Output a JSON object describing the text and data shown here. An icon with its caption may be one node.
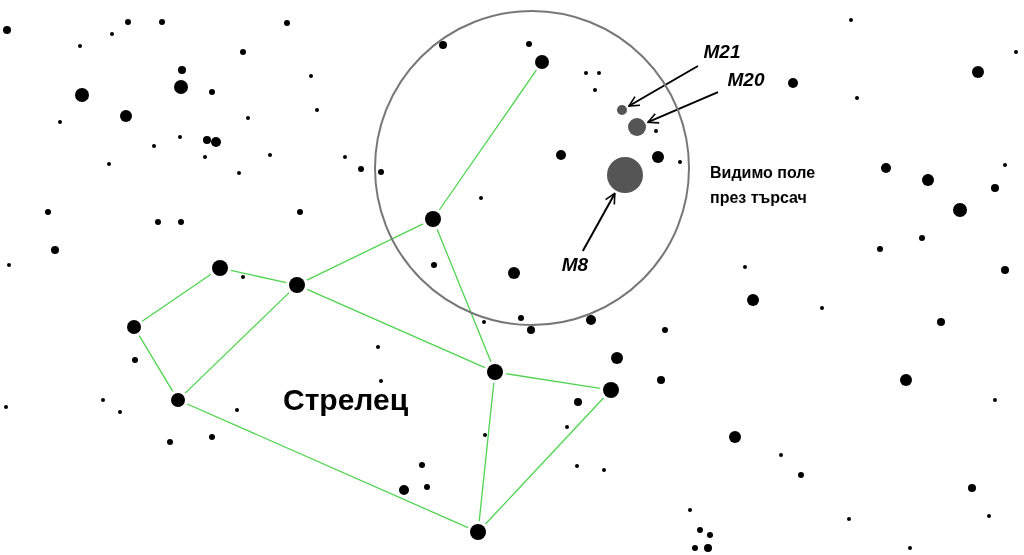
{
  "diagram": {
    "nodes": [
      {
        "text": [
          "Видимо поле през търсач"
        ]
      },
      {
        "text": [
          "M21"
        ]
      },
      {
        "text": [
          "M20"
        ]
      },
      {
        "text": [],
        "shape": "circle",
        "in": 0
      },
      {
        "text": [],
        "shape": "circle",
        "in": 0
      },
      {
        "text": [],
        "shape": "circle",
        "in": 0
      },
      {
        "text": [
          "M8"
        ],
        "in": 0
      },
      {
        "text": [],
        "shape": "circle",
        "in": 0
      },
      {
        "text": [],
        "shape": "circle",
        "in": 0
      },
      {
        "text": [],
        "shape": "circle"
      },
      {
        "text": [],
        "shape": "circle"
      },
      {
        "text": [],
        "shape": "circle"
      },
      {
        "text": [],
        "shape": "circle"
      },
      {
        "text": [],
        "shape": "circle"
      },
      {
        "text": [],
        "shape": "circle"
      },
      {
        "text": [],
        "shape": "circle"
      }
    ],
    "edges": [
      {
        "from": 1,
        "to": 3,
        "arrow": "to",
        "color": "#000000"
      },
      {
        "from": 2,
        "to": 4,
        "arrow": "to",
        "color": "#000000"
      },
      {
        "from": 6,
        "to": 5,
        "arrow": "to",
        "color": "#000000"
      },
      {
        "from": 7,
        "to": 8,
        "arrow": "none"
      },
      {
        "from": 8,
        "to": 10,
        "arrow": "none"
      },
      {
        "from": 10,
        "to": 9,
        "arrow": "none"
      },
      {
        "from": 9,
        "to": 11,
        "arrow": "none"
      },
      {
        "from": 11,
        "to": 13,
        "arrow": "none"
      },
      {
        "from": 13,
        "to": 10,
        "arrow": "none"
      },
      {
        "from": 10,
        "to": 12,
        "arrow": "none"
      },
      {
        "from": 8,
        "to": 12,
        "arrow": "none"
      },
      {
        "from": 12,
        "to": 14,
        "arrow": "none"
      },
      {
        "from": 12,
        "to": 15,
        "arrow": "none"
      },
      {
        "from": 14,
        "to": 15,
        "arrow": "none"
      },
      {
        "from": 13,
        "to": 15,
        "arrow": "none"
      }
    ],
    "labels": [
      "Стрелец"
    ]
  }
}
